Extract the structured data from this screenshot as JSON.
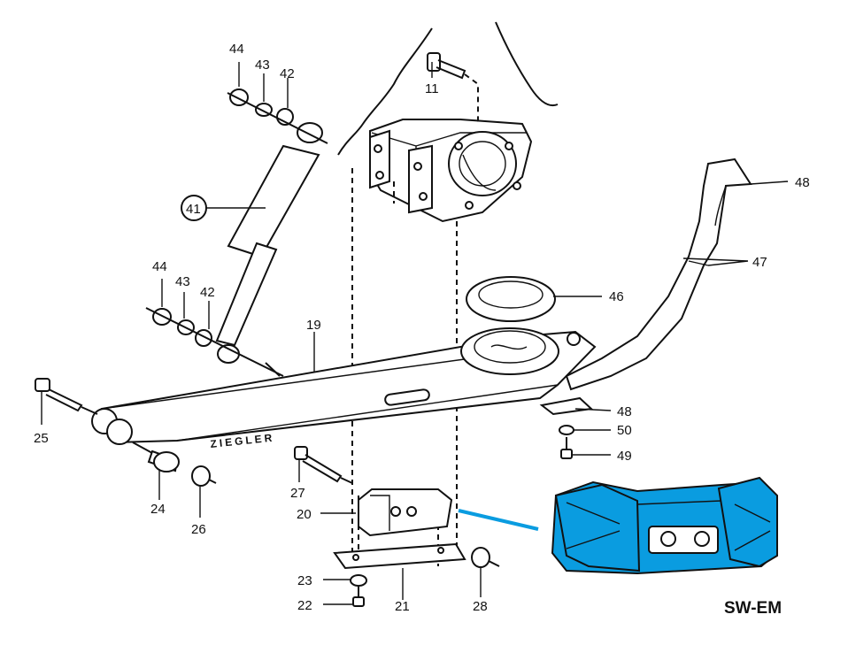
{
  "diagram": {
    "part_labels": {
      "p11": "11",
      "p19": "19",
      "p20": "20",
      "p21": "21",
      "p22": "22",
      "p23": "23",
      "p24": "24",
      "p25": "25",
      "p26": "26",
      "p27": "27",
      "p28": "28",
      "p41": "41",
      "p42_top": "42",
      "p43_top": "43",
      "p44_top": "44",
      "p42_mid": "42",
      "p43_mid": "43",
      "p44_mid": "44",
      "p46": "46",
      "p47": "47",
      "p48_top": "48",
      "p48_low": "48",
      "p49": "49",
      "p50": "50"
    },
    "arm_marking": "ZIEGLER",
    "highlight_color": "#0a9ce0",
    "product_code": "SW-EM"
  }
}
